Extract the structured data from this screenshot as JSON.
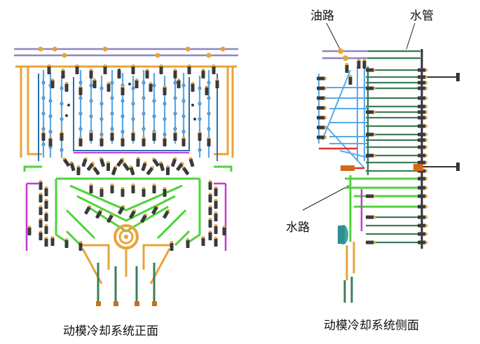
{
  "labels": {
    "oil_path": "油路",
    "water_pipe": "水管",
    "water_path": "水路",
    "caption_front": "动模冷却系统正面",
    "caption_side": "动模冷却系统侧面"
  },
  "colors": {
    "oil_blue": "#5aa9e6",
    "oil_dark": "#2a6fb0",
    "orange": "#e8a33a",
    "green": "#4cd43a",
    "dark_green": "#3e7d5a",
    "purple": "#c23ad0",
    "lavender": "#8b86c6",
    "red": "#e03030",
    "connector": "#3a3a3a",
    "teal": "#3aa6a6"
  }
}
